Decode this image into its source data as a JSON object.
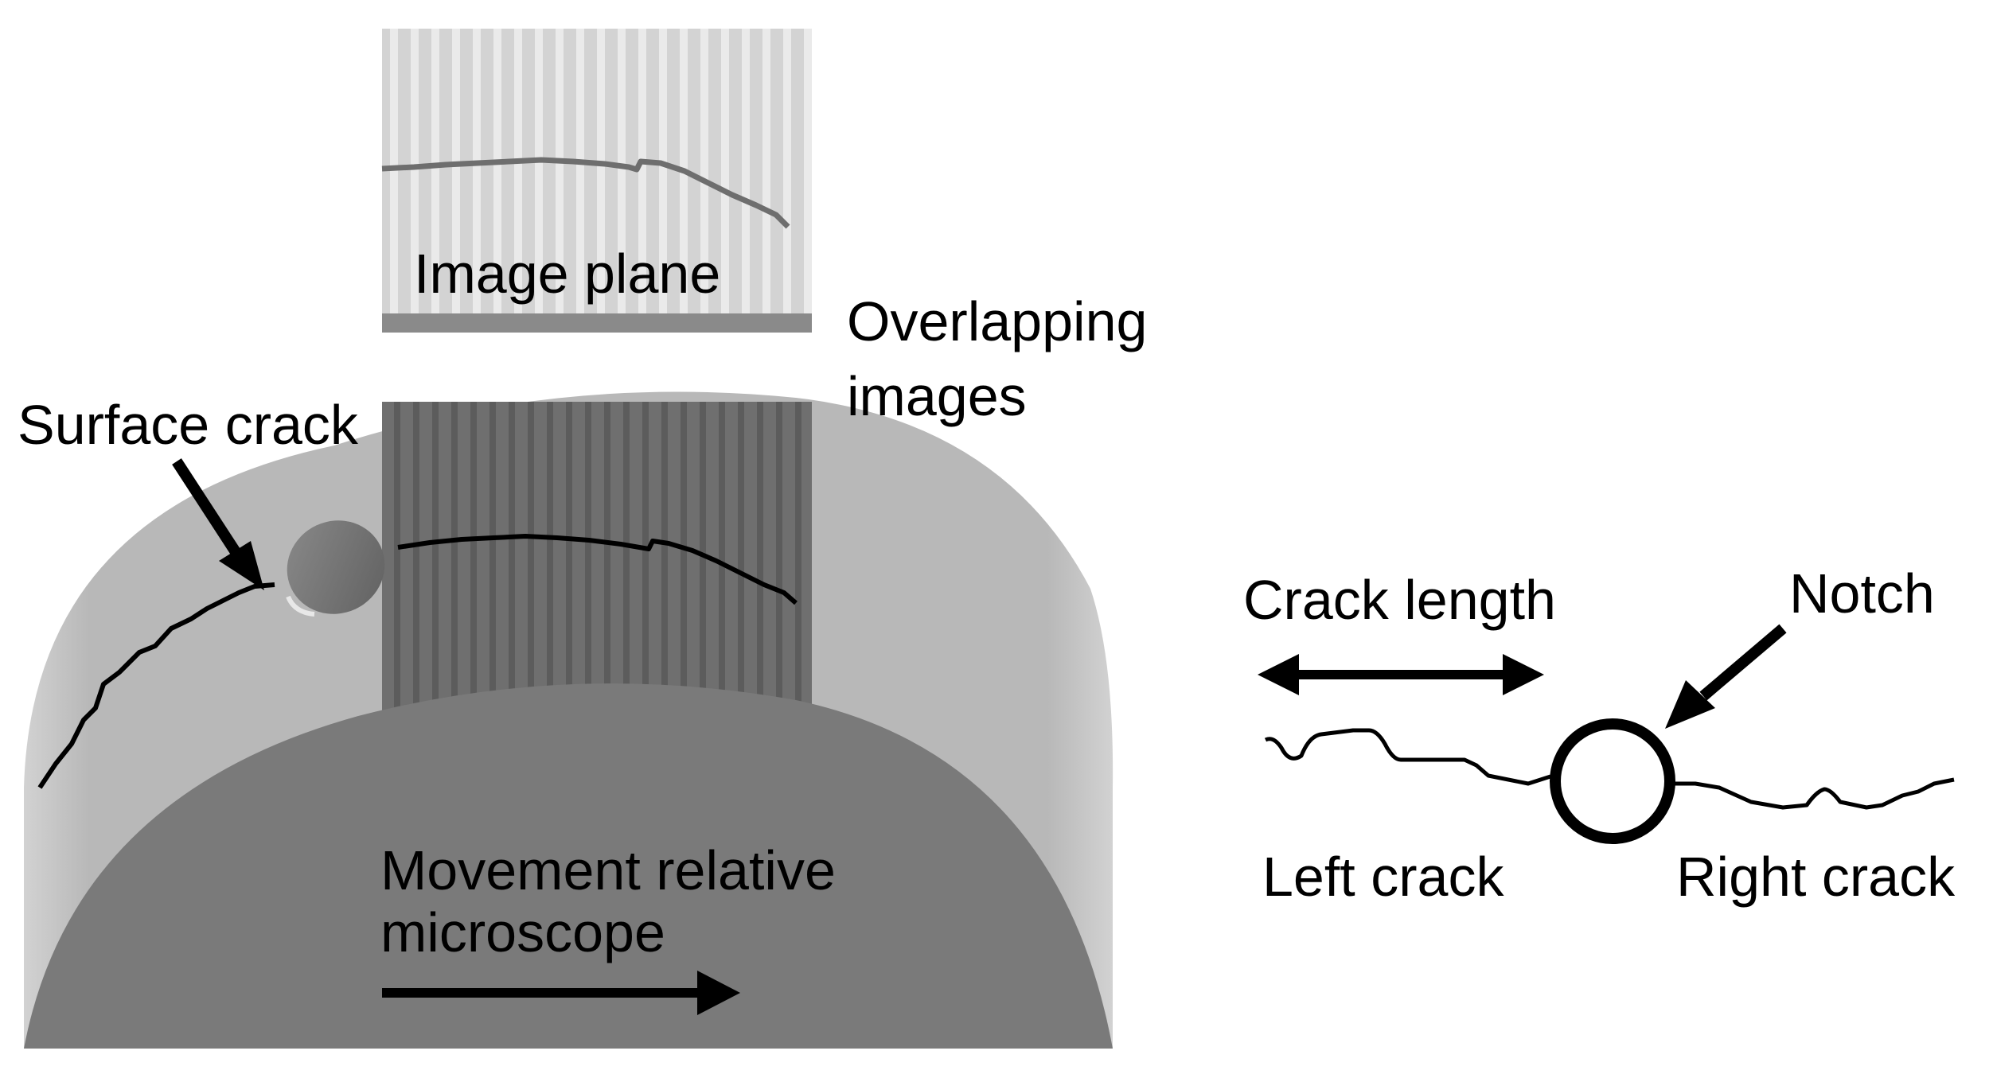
{
  "labels": {
    "image_plane": "Image plane",
    "overlapping_images_line1": "Overlapping",
    "overlapping_images_line2": "images",
    "surface_crack": "Surface crack",
    "movement_line1": "Movement relative",
    "movement_line2": "microscope",
    "crack_length": "Crack length",
    "notch": "Notch",
    "left_crack": "Left crack",
    "right_crack": "Right crack"
  },
  "colors": {
    "cylinder_side": "#7a7a7a",
    "cylinder_top": "#b4b4b4",
    "overlap_band": "#6f6f6f",
    "image_plane_bg": "#d3d3d3",
    "crack": "#000000"
  }
}
